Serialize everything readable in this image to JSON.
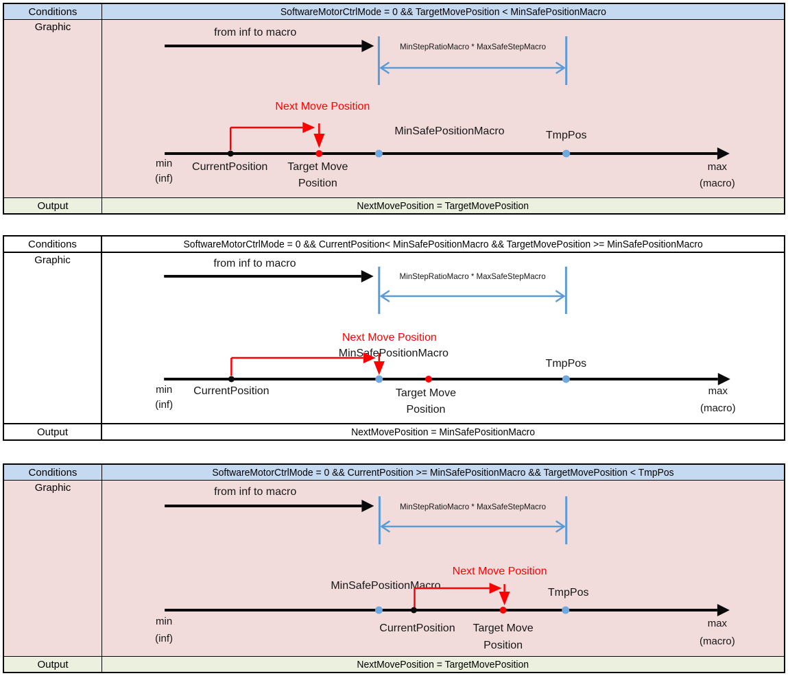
{
  "colors": {
    "header_blue": "#C5D9F1",
    "graphic_pink": "#F2DCDB",
    "output_green": "#EBF1DE",
    "accent_blue": "#5B9BD5",
    "dot_blue": "#6FA8DC",
    "accent_red": "#FE0000",
    "border_black": "#000000"
  },
  "row_labels": {
    "conditions": "Conditions",
    "graphic": "Graphic",
    "output": "Output"
  },
  "tables": [
    {
      "condition": "SoftwareMotorCtrlMode = 0 && TargetMovePosition < MinSafePositionMacro",
      "output": "NextMovePosition = TargetMovePosition",
      "graphic": {
        "flow_label": "from inf to macro",
        "span_label": "MinStepRatioMacro * MaxSafeStepMacro",
        "next_move_label": "Next Move Position",
        "labels": {
          "min_safe": "MinSafePositionMacro",
          "tmp_pos": "TmpPos",
          "current": "CurrentPosition",
          "target_line1": "Target Move",
          "target_line2": "Position",
          "min": "min",
          "min_sub": "(inf)",
          "max": "max",
          "max_sub": "(macro)"
        }
      }
    },
    {
      "condition": "SoftwareMotorCtrlMode = 0 && CurrentPosition< MinSafePositionMacro && TargetMovePosition >= MinSafePositionMacro",
      "output": "NextMovePosition = MinSafePositionMacro",
      "graphic": {
        "flow_label": "from inf to macro",
        "span_label": "MinStepRatioMacro * MaxSafeStepMacro",
        "next_move_label": "Next Move Position",
        "labels": {
          "min_safe": "MinSafePositionMacro",
          "tmp_pos": "TmpPos",
          "current": "CurrentPosition",
          "target_line1": "Target Move",
          "target_line2": "Position",
          "min": "min",
          "min_sub": "(inf)",
          "max": "max",
          "max_sub": "(macro)"
        }
      }
    },
    {
      "condition": "SoftwareMotorCtrlMode = 0 && CurrentPosition >= MinSafePositionMacro && TargetMovePosition < TmpPos",
      "output": "NextMovePosition = TargetMovePosition",
      "graphic": {
        "flow_label": "from inf to macro",
        "span_label": "MinStepRatioMacro * MaxSafeStepMacro",
        "next_move_label": "Next Move Position",
        "labels": {
          "min_safe": "MinSafePositionMacro",
          "tmp_pos": "TmpPos",
          "current": "CurrentPosition",
          "target_line1": "Target Move",
          "target_line2": "Position",
          "min": "min",
          "min_sub": "(inf)",
          "max": "max",
          "max_sub": "(macro)"
        }
      }
    }
  ]
}
